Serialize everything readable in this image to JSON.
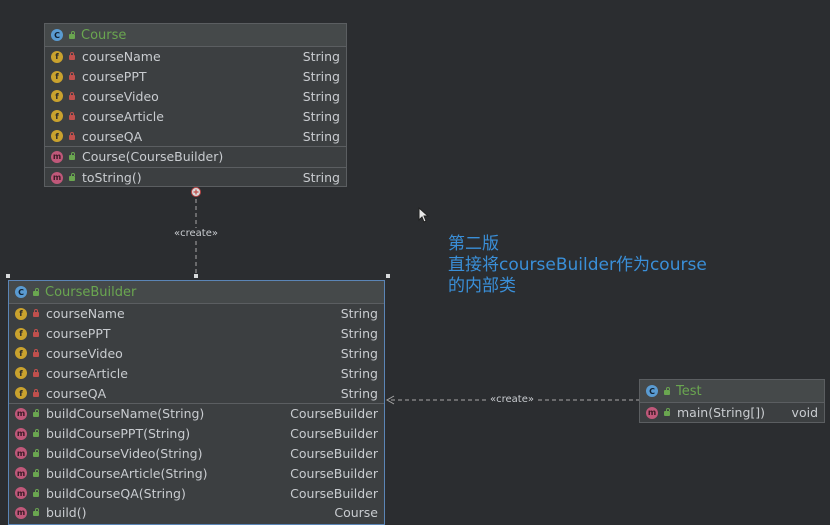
{
  "course": {
    "title": "Course",
    "icon": "class-icon",
    "fields": [
      {
        "name": "courseName",
        "type": "String"
      },
      {
        "name": "coursePPT",
        "type": "String"
      },
      {
        "name": "courseVideo",
        "type": "String"
      },
      {
        "name": "courseArticle",
        "type": "String"
      },
      {
        "name": "courseQA",
        "type": "String"
      }
    ],
    "constructors": [
      {
        "name": "Course(CourseBuilder)",
        "type": ""
      }
    ],
    "methods": [
      {
        "name": "toString()",
        "type": "String"
      }
    ]
  },
  "courseBuilder": {
    "title": "CourseBuilder",
    "icon": "static-class-icon",
    "fields": [
      {
        "name": "courseName",
        "type": "String"
      },
      {
        "name": "coursePPT",
        "type": "String"
      },
      {
        "name": "courseVideo",
        "type": "String"
      },
      {
        "name": "courseArticle",
        "type": "String"
      },
      {
        "name": "courseQA",
        "type": "String"
      }
    ],
    "methods": [
      {
        "name": "buildCourseName(String)",
        "type": "CourseBuilder"
      },
      {
        "name": "buildCoursePPT(String)",
        "type": "CourseBuilder"
      },
      {
        "name": "buildCourseVideo(String)",
        "type": "CourseBuilder"
      },
      {
        "name": "buildCourseArticle(String)",
        "type": "CourseBuilder"
      },
      {
        "name": "buildCourseQA(String)",
        "type": "CourseBuilder"
      },
      {
        "name": "build()",
        "type": "Course"
      }
    ]
  },
  "test": {
    "title": "Test",
    "icon": "class-icon",
    "methods": [
      {
        "name": "main(String[])",
        "type": "void"
      }
    ]
  },
  "edges": {
    "inner_label": "«create»",
    "test_label": "«create»"
  },
  "note": {
    "line1": "第二版",
    "line2": "直接将courseBuilder作为course",
    "line3": "的内部类"
  },
  "colors": {
    "background": "#2b2d30",
    "node_bg": "#3c3f41",
    "class_title": "#6aa650",
    "note_text": "#3a8fd8",
    "field_badge": "#c9a22e",
    "method_badge": "#c0587a",
    "class_badge": "#5a9bd1"
  }
}
